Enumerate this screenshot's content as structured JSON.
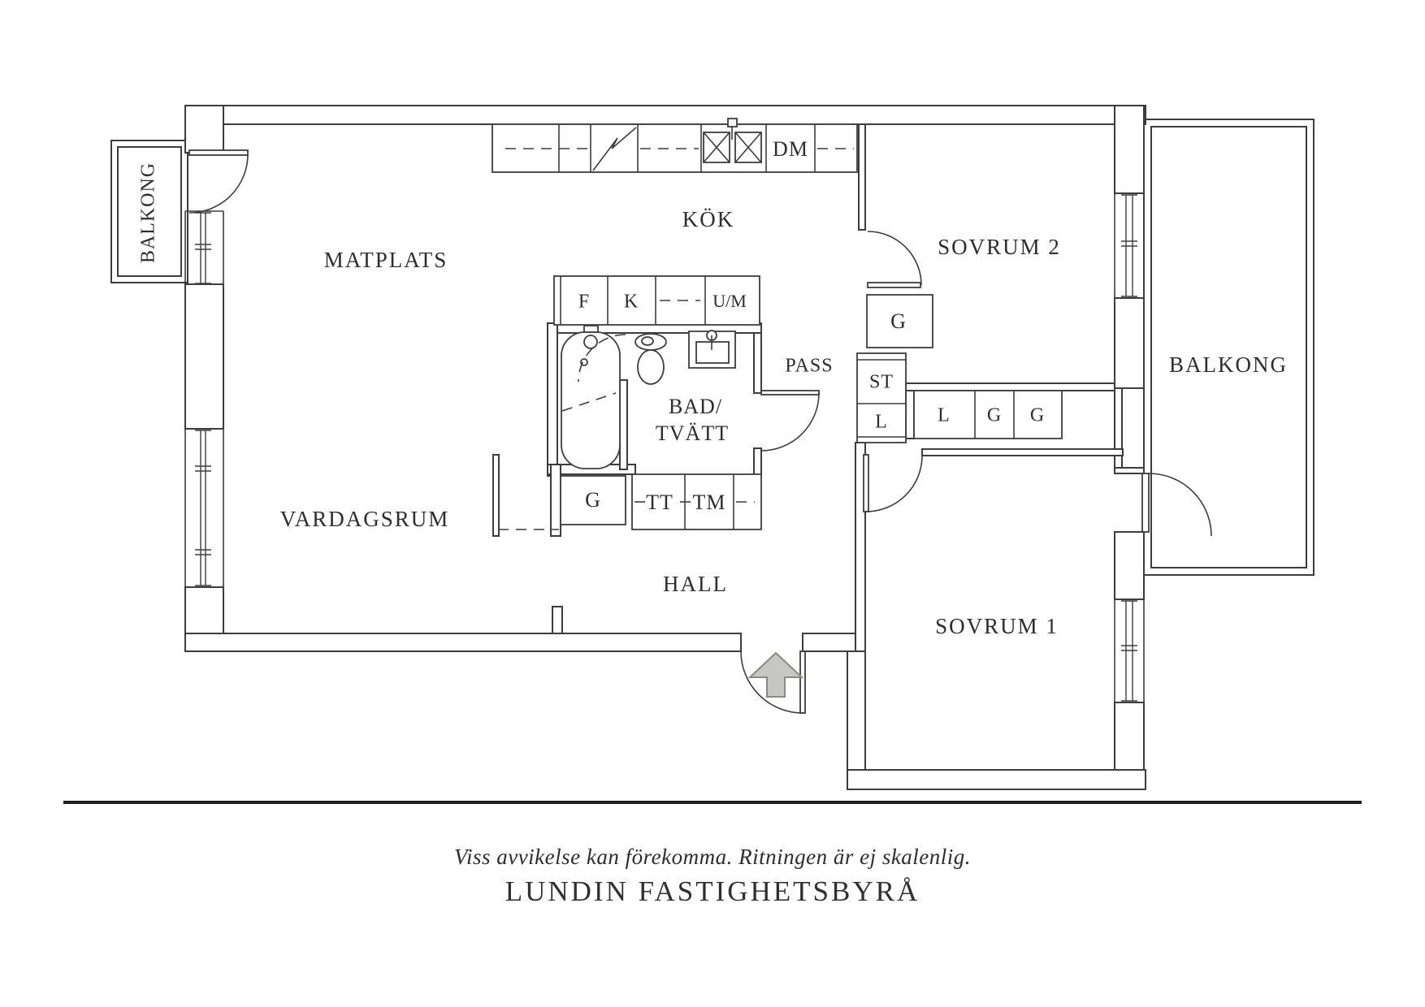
{
  "floor_plan": {
    "rooms": {
      "balkong_left": "BALKONG",
      "matplats": "MATPLATS",
      "kok": "KÖK",
      "sovrum2": "SOVRUM 2",
      "balkong_right": "BALKONG",
      "bad_line1": "BAD/",
      "bad_line2": "TVÄTT",
      "pass": "PASS",
      "hall": "HALL",
      "vardagsrum": "VARDAGSRUM",
      "sovrum1": "SOVRUM 1"
    },
    "fixtures": {
      "dm": "DM",
      "f": "F",
      "k": "K",
      "um": "U/M",
      "g_hall": "G",
      "tt": "TT",
      "tm": "TM",
      "g_sovrum2": "G",
      "st": "ST",
      "l_st": "L",
      "l_row": "L",
      "g_row1": "G",
      "g_row2": "G"
    }
  },
  "footer": {
    "disclaimer": "Viss avvikelse kan förekomma. Ritningen är ej skalenlig.",
    "company": "LUNDIN FASTIGHETSBYRÅ"
  },
  "colors": {
    "line": "#3d3d3d",
    "text": "#2d2d2d",
    "arrow_fill": "#c6c6c2",
    "arrow_stroke": "#8a8a85"
  }
}
